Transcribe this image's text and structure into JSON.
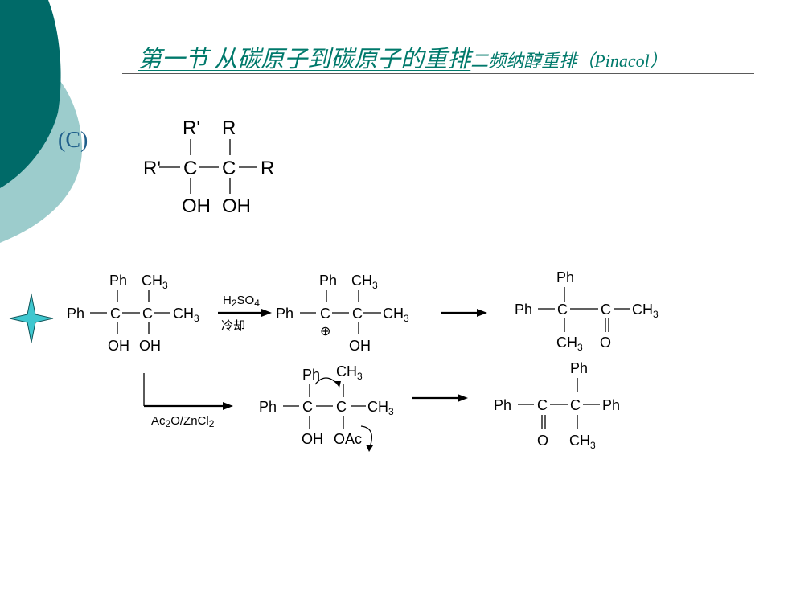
{
  "header": {
    "title_main": "第一节 从碳原子到碳原子的重排",
    "title_sub": "二频纳醇重排（Pinacol）"
  },
  "section_label": "(C)",
  "colors": {
    "dark_teal": "#006a68",
    "light_teal": "#9ccccc",
    "title_color": "#00796b",
    "label_color": "#1f5f8b",
    "star_fill": "#3fc7cf"
  },
  "icons": [
    "four-point-star-bullet-icon",
    "curved-arrow-icon"
  ],
  "structures": {
    "general": {
      "r_prime": "R'",
      "r": "R",
      "c": "C",
      "oh": "OH"
    },
    "reaction1": {
      "ph": "Ph",
      "ch3_c": "CH",
      "ch3_n": "3",
      "c": "C",
      "oh": "OH",
      "o": "O",
      "plus": "⊕",
      "reagent_h": "H",
      "reagent_2": "2",
      "reagent_so": "SO",
      "reagent_4": "4",
      "condition": "冷却"
    },
    "reaction2": {
      "ph": "Ph",
      "c": "C",
      "oh": "OH",
      "oac": "OAc",
      "o": "O",
      "reagent_a": "Ac",
      "reagent_a_n": "2",
      "reagent_b": "O/ZnCl",
      "reagent_b_n": "2"
    }
  }
}
